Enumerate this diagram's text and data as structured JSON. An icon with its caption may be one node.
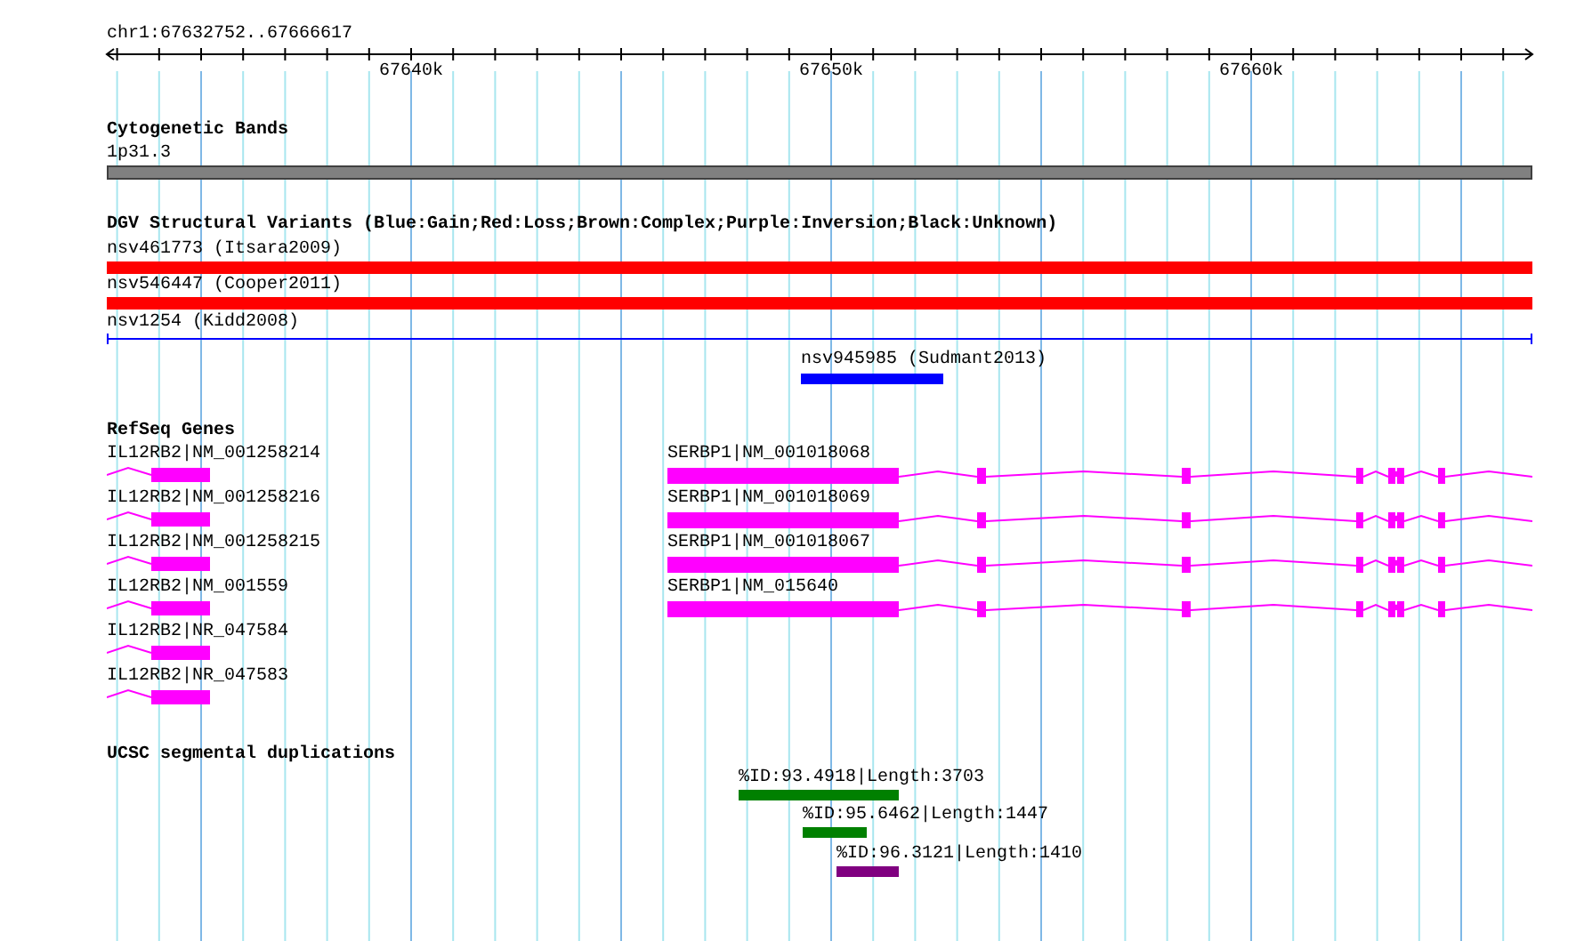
{
  "diagram": {
    "nodes": [
      {
        "text": [
          "1p31.3"
        ]
      },
      {
        "text": [
          "nsv461773 (Itsara2009)"
        ]
      },
      {
        "text": [
          "nsv546447 (Cooper2011)"
        ]
      },
      {
        "text": [
          "nsv1254 (Kidd2008)"
        ]
      },
      {
        "text": [
          "nsv945985 (Sudmant2013)"
        ]
      },
      {
        "text": [
          "IL12RB2|NM_001258214"
        ]
      },
      {
        "text": [
          "IL12RB2|NM_001258216"
        ]
      },
      {
        "text": [
          "IL12RB2|NM_001258215"
        ]
      },
      {
        "text": [
          "IL12RB2|NM_001559"
        ]
      },
      {
        "text": [
          "IL12RB2|NR_047584"
        ]
      },
      {
        "text": [
          "IL12RB2|NR_047583"
        ]
      },
      {
        "text": [
          "SERBP1|NM_001018068"
        ]
      },
      {
        "text": [
          "SERBP1|NM_001018069"
        ]
      },
      {
        "text": [
          "SERBP1|NM_001018067"
        ]
      },
      {
        "text": [
          "SERBP1|NM_015640"
        ]
      },
      {
        "text": [
          "%ID:93.4918|Length:3703"
        ]
      },
      {
        "text": [
          "%ID:95.6462|Length:1447"
        ]
      },
      {
        "text": [
          "%ID:96.3121|Length:1410"
        ]
      }
    ],
    "labels": [
      "chr1:67632752..67666617",
      "67640k",
      "67650k",
      "67660k",
      "Cytogenetic Bands",
      "DGV Structural Variants (Blue:Gain;Red:Loss;Brown:Complex;Purple:Inversion;Black:Unknown)",
      "RefSeq Genes",
      "UCSC segmental duplications"
    ]
  }
}
